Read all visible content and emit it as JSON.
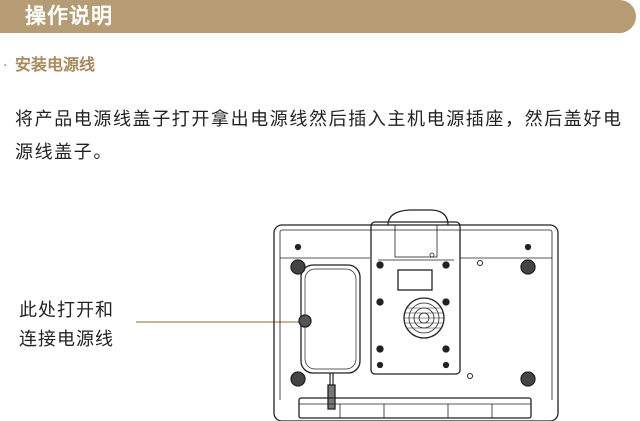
{
  "header": {
    "title": "操作说明"
  },
  "section": {
    "bullet": "·",
    "title": "安装电源线"
  },
  "body": {
    "text": "将产品电源线盖子打开拿出电源线然后插入主机电源插座，然后盖好电源线盖子。"
  },
  "callout": {
    "line1": "此处打开和",
    "line2": "连接电源线"
  },
  "colors": {
    "accent": "#b59c74",
    "section": "#a88a5e",
    "text": "#222222",
    "line": "#222222"
  }
}
